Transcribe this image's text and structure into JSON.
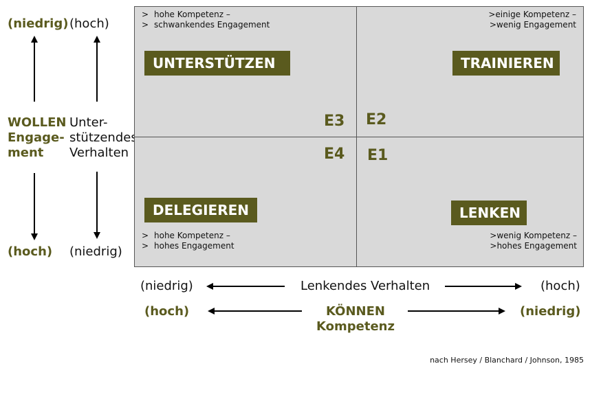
{
  "left_axis": {
    "wollen": {
      "top": "(niedrig)",
      "label_line1": "WOLLEN",
      "label_line2": "Engage-",
      "label_line3": "ment",
      "bottom": "(hoch)"
    },
    "support": {
      "top": "(hoch)",
      "label_line1": "Unter-",
      "label_line2": "stützendes",
      "label_line3": "Verhalten",
      "bottom": "(niedrig)"
    }
  },
  "quadrants": {
    "top_left": {
      "title": "UNTERSTÜTZEN",
      "code": "E3",
      "bullets": [
        "hohe Kompetenz –",
        "schwankendes Engagement"
      ]
    },
    "top_right": {
      "title": "TRAINIEREN",
      "code": "E2",
      "bullets": [
        "einige Kompetenz –",
        "wenig Engagement"
      ]
    },
    "bottom_left": {
      "title": "DELEGIEREN",
      "code": "E4",
      "bullets": [
        "hohe Kompetenz –",
        "hohes Engagement"
      ]
    },
    "bottom_right": {
      "title": "LENKEN",
      "code": "E1",
      "bullets": [
        "wenig Kompetenz –",
        "hohes Engagement"
      ]
    },
    "bullet_marker": ">"
  },
  "bottom_axis": {
    "directive": {
      "left": "(niedrig)",
      "label": "Lenkendes Verhalten",
      "right": "(hoch)"
    },
    "koennen": {
      "left": "(hoch)",
      "label_line1": "KÖNNEN",
      "label_line2": "Kompetenz",
      "right": "(niedrig)"
    }
  },
  "credit": "nach Hersey / Blanchard / Johnson, 1985",
  "colors": {
    "accent": "#5a5a1e",
    "quadrant_fill": "#d9d9d9",
    "border": "#555555"
  }
}
